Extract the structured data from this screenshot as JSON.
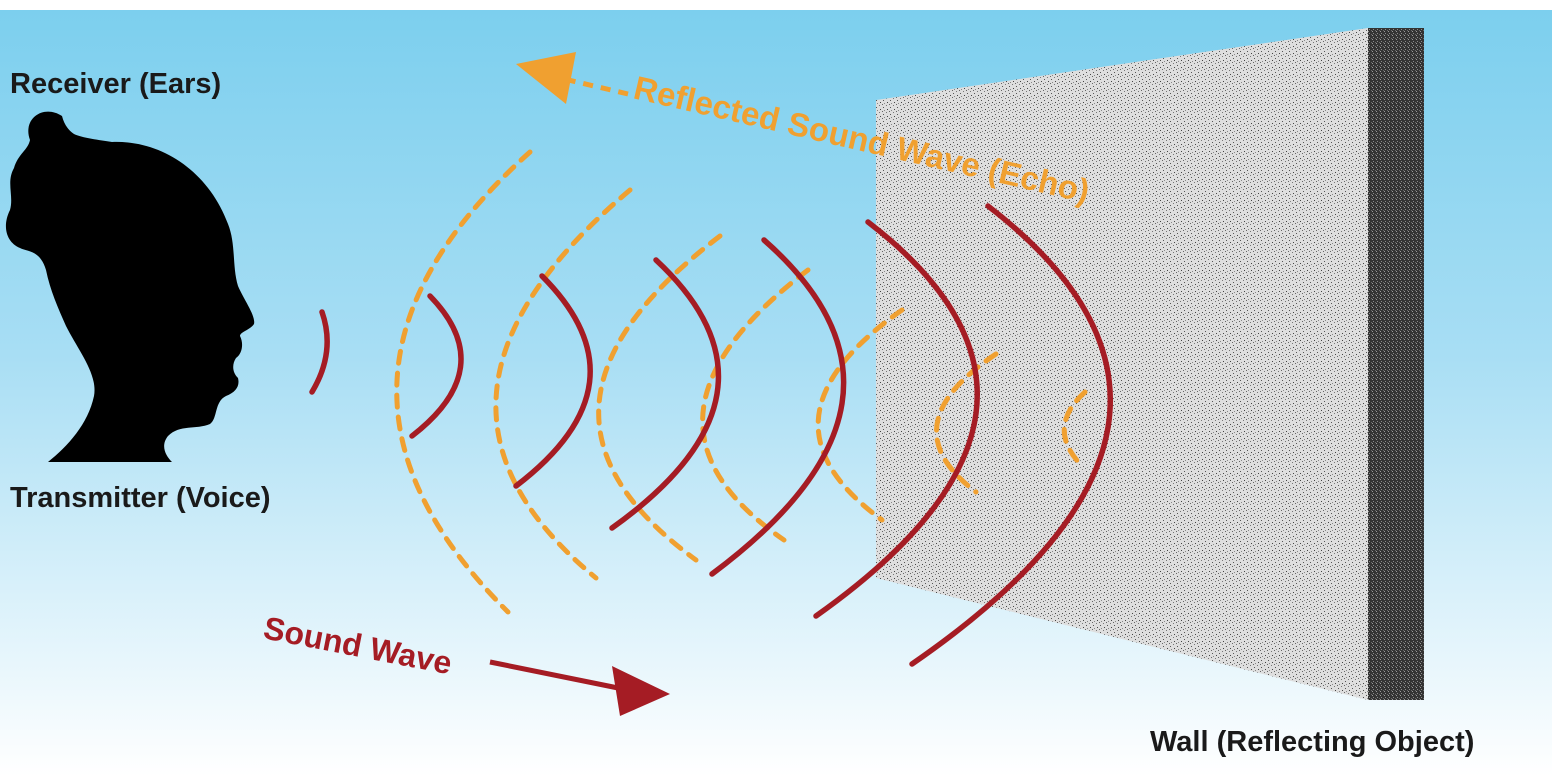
{
  "diagram": {
    "receiver_label": "Receiver (Ears)",
    "transmitter_label": "Transmitter (Voice)",
    "sound_wave_label": "Sound Wave",
    "reflected_label": "Reflected Sound Wave (Echo)",
    "wall_label": "Wall (Reflecting Object)"
  },
  "colors": {
    "sky_top": "#7ccfee",
    "sky_bottom": "#ffffff",
    "sound_wave": "#a51c24",
    "reflected_wave": "#f0a030",
    "wall_face": "#d9d9d9",
    "wall_edge": "#3a3a3a",
    "silhouette": "#000000"
  },
  "icons": {
    "head": "head-silhouette-icon",
    "sound_arrow": "arrow-right-icon",
    "reflected_arrow": "arrow-left-icon"
  }
}
